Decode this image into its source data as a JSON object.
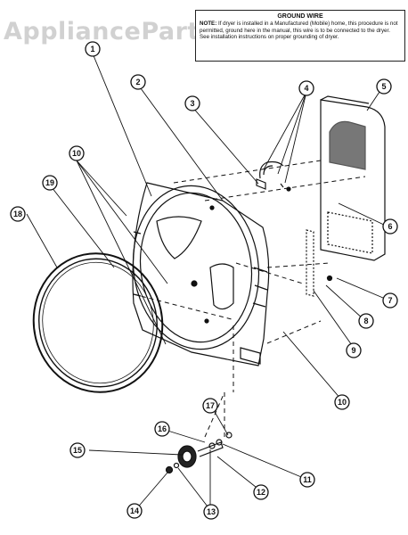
{
  "watermark": "AppliancePart",
  "ground_wire_note": {
    "title": "GROUND WIRE",
    "label": "NOTE:",
    "text": "If dryer is installed in a Manufactured (Mobile) home, this procedure is not permitted, ground here in the manual, this wire is to be connected to the dryer. See installation instructions on proper grounding of dryer."
  },
  "callouts": [
    "1",
    "2",
    "3",
    "4",
    "5",
    "6",
    "7",
    "8",
    "9",
    "10",
    "10",
    "11",
    "12",
    "13",
    "14",
    "15",
    "16",
    "17",
    "18",
    "19"
  ],
  "colors": {
    "line": "#111111",
    "watermark": "#c9c9c9",
    "background": "#ffffff"
  }
}
